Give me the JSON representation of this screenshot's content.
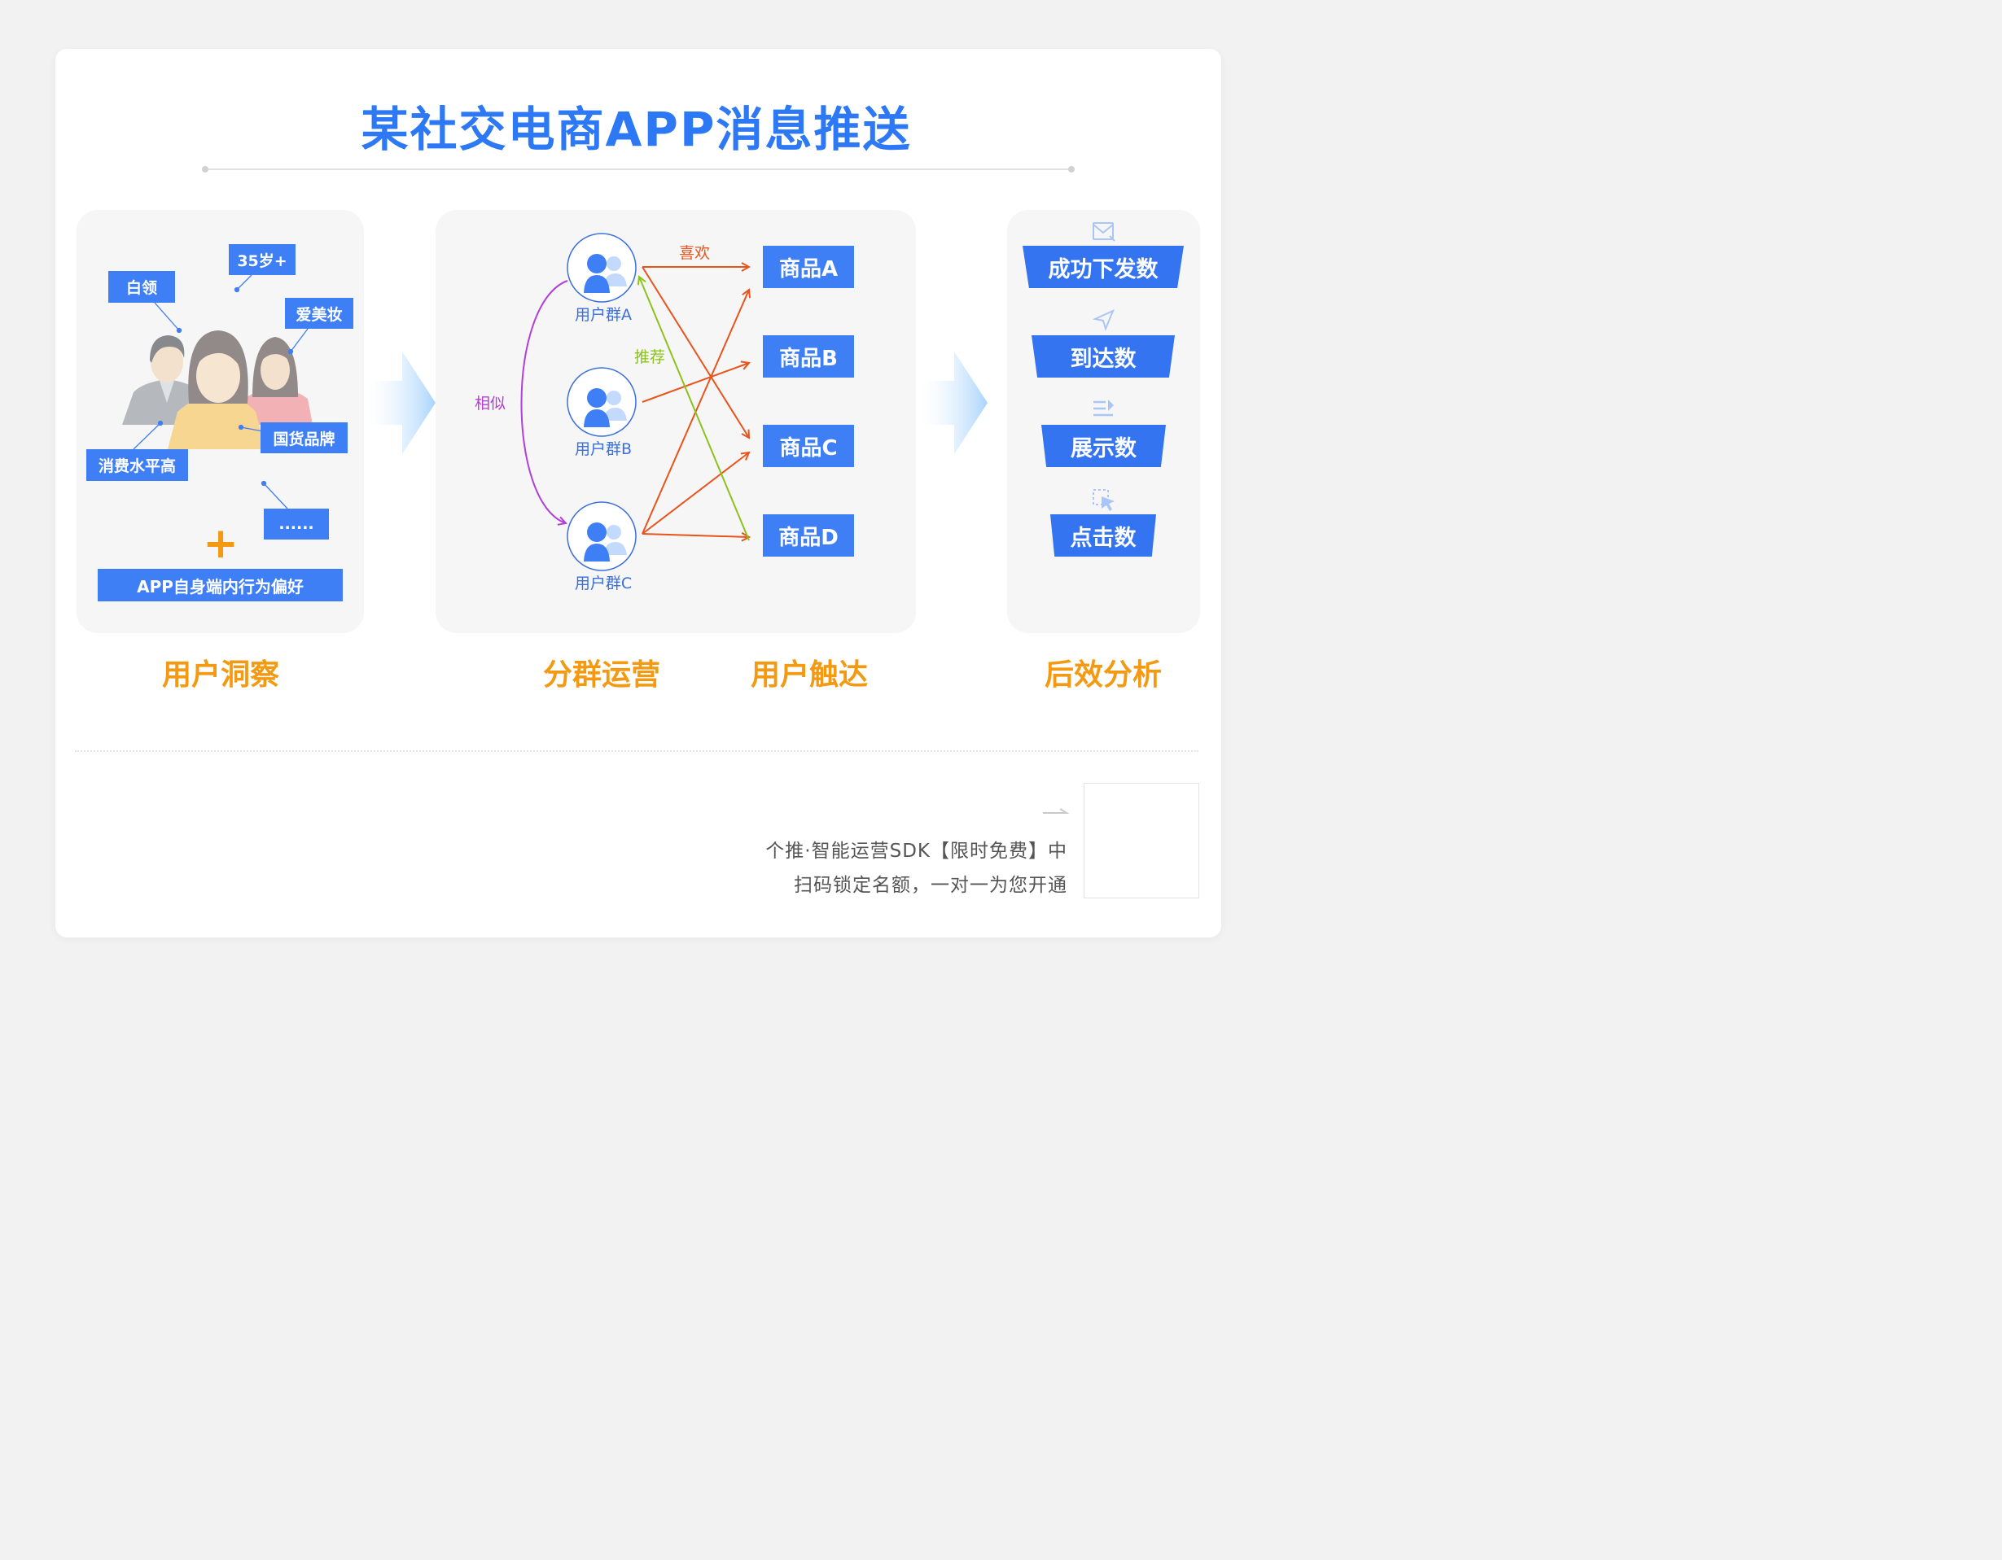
{
  "title": "某社交电商APP消息推送",
  "insight": {
    "tags": [
      "白领",
      "35岁+",
      "爱美妆",
      "国货品牌",
      "消费水平高",
      "......"
    ],
    "plus": "+",
    "behavior": "APP自身端内行为偏好"
  },
  "groups": [
    "用户群A",
    "用户群B",
    "用户群C"
  ],
  "products": [
    "商品A",
    "商品B",
    "商品C",
    "商品D"
  ],
  "edge_labels": {
    "similar": "相似",
    "like": "喜欢",
    "recommend": "推荐"
  },
  "metrics": [
    "成功下发数",
    "到达数",
    "展示数",
    "点击数"
  ],
  "stages": [
    "用户洞察",
    "分群运营",
    "用户触达",
    "后效分析"
  ],
  "footer": {
    "line1": "个推·智能运营SDK【限时免费】中",
    "line2": "扫码锁定名额，一对一为您开通"
  },
  "colors": {
    "brand_blue": "#2d78f4",
    "label_blue": "#3f7ff6",
    "stage_orange": "#f39a12",
    "edge_orange": "#e8541c",
    "edge_green": "#8cc21c",
    "edge_purple": "#b23fd6"
  }
}
